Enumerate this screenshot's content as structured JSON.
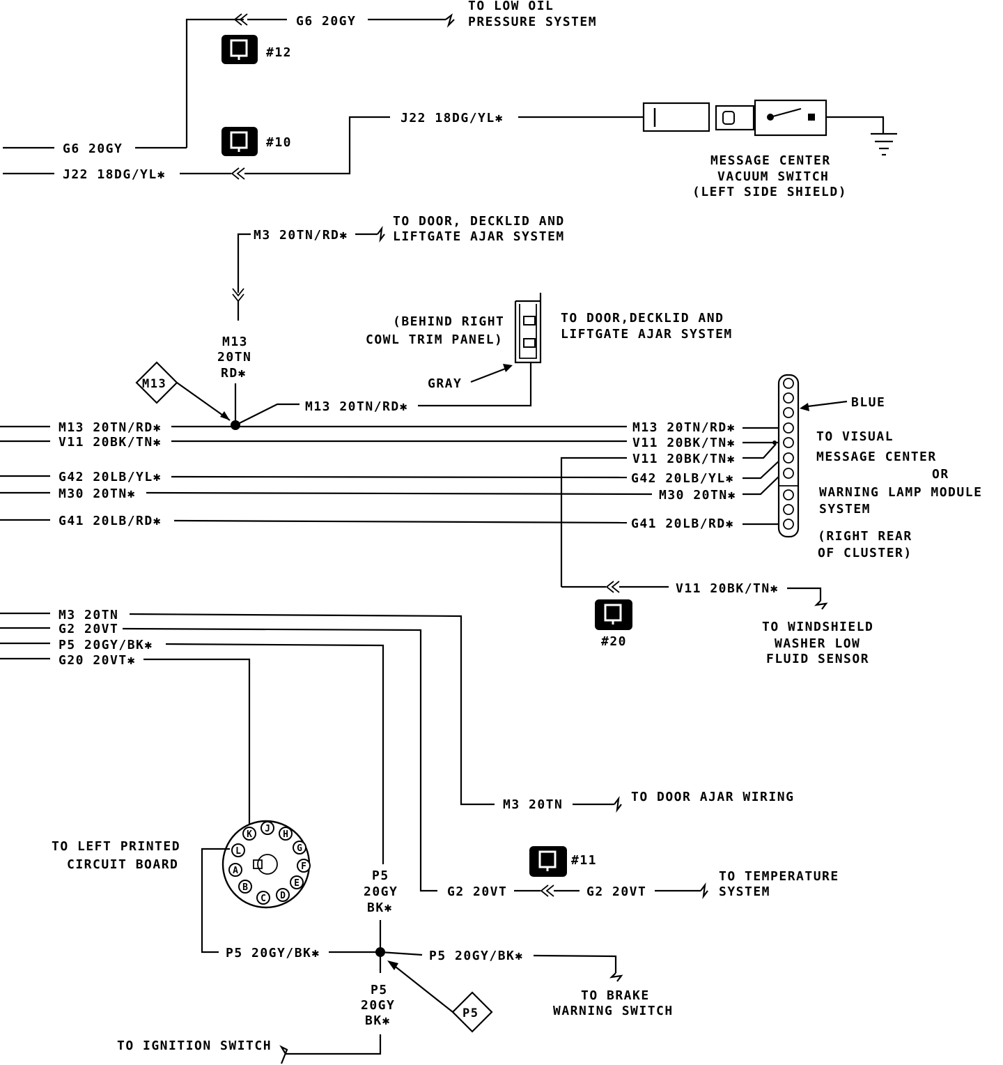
{
  "wires": {
    "g6_top": "G6 20GY",
    "g6_left": "G6 20GY",
    "j22_left": "J22 18DG/YL✱",
    "j22_right": "J22 18DG/YL✱",
    "m3_top": "M3 20TN/RD✱",
    "m13_vert": [
      "M13",
      "20TN",
      "RD✱"
    ],
    "m13_branch": "M13 20TN/RD✱",
    "m13_left": "M13 20TN/RD✱",
    "v11_left": "V11 20BK/TN✱",
    "g42_left": "G42 20LB/YL✱",
    "m30_left": "M30 20TN✱",
    "g41_left": "G41 20LB/RD✱",
    "m13_right": "M13 20TN/RD✱",
    "v11_right_a": "V11 20BK/TN✱",
    "v11_right_b": "V11 20BK/TN✱",
    "g42_right": "G42 20LB/YL✱",
    "m30_right": "M30 20TN✱",
    "g41_right": "G41 20LB/RD✱",
    "v11_lower": "V11 20BK/TN✱",
    "m3_left": "M3 20TN",
    "g2_left": "G2 20VT",
    "p5_left": "P5 20GY/BK✱",
    "g20_left": "G20 20VT✱",
    "m3_right": "M3 20TN",
    "p5_vert_top": [
      "P5",
      "20GY",
      "BK✱"
    ],
    "p5_vert_bottom": [
      "P5",
      "20GY",
      "BK✱"
    ],
    "g2_mid": "G2 20VT",
    "g2_right": "G2 20VT",
    "p5_lower_left": "P5 20GY/BK✱",
    "p5_lower_right": "P5 20GY/BK✱"
  },
  "connectors": {
    "c12": "#12",
    "c10": "#10",
    "c20": "#20",
    "c11": "#11"
  },
  "splices": {
    "m13": "M13",
    "p5": "P5"
  },
  "callouts": {
    "low_oil": [
      "TO LOW OIL",
      "PRESSURE SYSTEM"
    ],
    "vacuum_switch": [
      "MESSAGE CENTER",
      "VACUUM SWITCH",
      "(LEFT SIDE SHIELD)"
    ],
    "door_ajar_top": [
      "TO DOOR, DECKLID AND",
      "LIFTGATE AJAR SYSTEM"
    ],
    "behind_cowl": [
      "(BEHIND RIGHT",
      "COWL TRIM PANEL)"
    ],
    "door_ajar_conn": [
      "TO DOOR,DECKLID AND",
      "LIFTGATE AJAR SYSTEM"
    ],
    "gray": "GRAY",
    "blue": "BLUE",
    "visual_center": [
      "TO VISUAL",
      "MESSAGE CENTER",
      "OR",
      "WARNING LAMP MODULE",
      "SYSTEM",
      "(RIGHT REAR",
      "OF CLUSTER)"
    ],
    "washer": [
      "TO WINDSHIELD",
      "WASHER LOW",
      "FLUID SENSOR"
    ],
    "door_ajar_wiring": "TO DOOR AJAR WIRING",
    "left_pcb": [
      "TO LEFT PRINTED",
      "CIRCUIT BOARD"
    ],
    "temperature": [
      "TO TEMPERATURE",
      "SYSTEM"
    ],
    "brake": [
      "TO BRAKE",
      "WARNING SWITCH"
    ],
    "ignition": "TO IGNITION SWITCH"
  },
  "plug_pins": [
    "K",
    "J",
    "H",
    "G",
    "F",
    "E",
    "D",
    "C",
    "B",
    "A",
    "L"
  ]
}
